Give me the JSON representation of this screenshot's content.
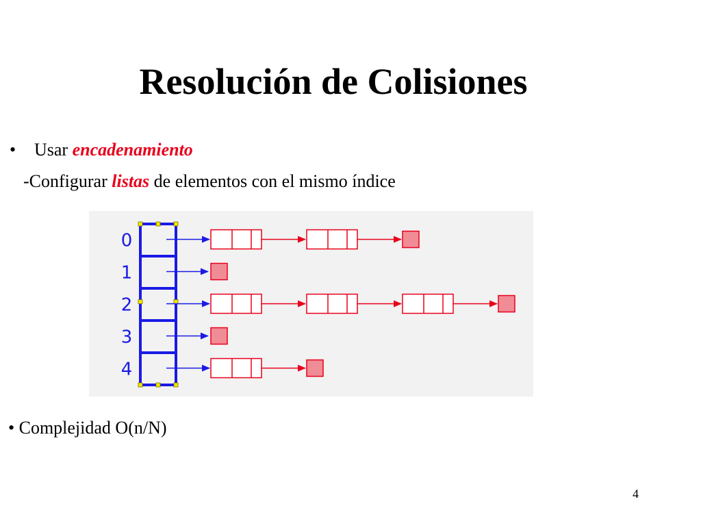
{
  "slide": {
    "title": "Resolución de Colisiones",
    "bullet1": {
      "marker": "•",
      "prefix": "Usar ",
      "emphasis": "encadenamiento"
    },
    "sub_bullet": {
      "prefix": "-Configurar ",
      "emphasis": "listas",
      "suffix": " de elementos con el mismo índice"
    },
    "bullet2": "• Complejidad O(n/N)",
    "page_number": "4"
  },
  "diagram": {
    "table_indices": [
      "0",
      "1",
      "2",
      "3",
      "4"
    ],
    "chains": [
      {
        "index": "0",
        "node_count": 2
      },
      {
        "index": "1",
        "node_count": 0
      },
      {
        "index": "2",
        "node_count": 3
      },
      {
        "index": "3",
        "node_count": 0
      },
      {
        "index": "4",
        "node_count": 1
      }
    ],
    "colors": {
      "table": "#1a1ae6",
      "node": "#e8001c",
      "null_fill": "#f08c96",
      "pointer": "#1a1ae6",
      "handle": "#f5e400",
      "background": "#f2f2f2"
    }
  }
}
